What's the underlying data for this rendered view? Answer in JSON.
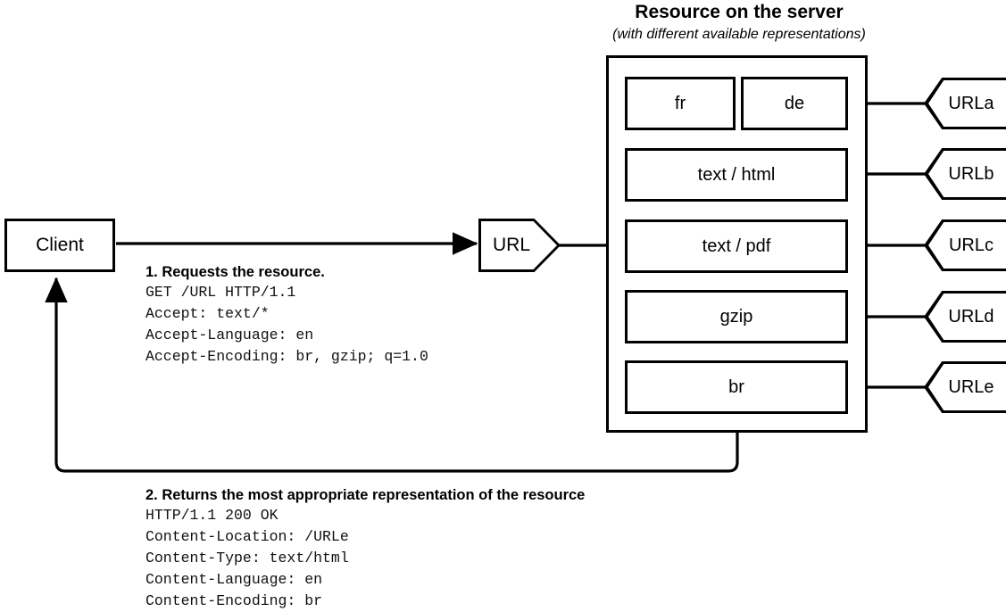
{
  "header": {
    "title": "Resource on the server",
    "subtitle": "(with different available representations)"
  },
  "client": {
    "label": "Client"
  },
  "url_request": {
    "label": "URL"
  },
  "representations": [
    {
      "id": "row-language",
      "variants": [
        {
          "label": "fr"
        },
        {
          "label": "de"
        }
      ],
      "url": "URLa"
    },
    {
      "id": "row-html",
      "variants": [
        {
          "label": "text / html"
        }
      ],
      "url": "URLb"
    },
    {
      "id": "row-pdf",
      "variants": [
        {
          "label": "text / pdf"
        }
      ],
      "url": "URLc"
    },
    {
      "id": "row-gzip",
      "variants": [
        {
          "label": "gzip"
        }
      ],
      "url": "URLd"
    },
    {
      "id": "row-br",
      "variants": [
        {
          "label": "br"
        }
      ],
      "url": "URLe"
    }
  ],
  "steps": {
    "request": {
      "title": "1. Requests the resource.",
      "lines": "GET /URL HTTP/1.1\nAccept: text/*\nAccept-Language: en\nAccept-Encoding: br, gzip; q=1.0"
    },
    "response": {
      "title": "2. Returns the most appropriate representation of the resource",
      "lines": "HTTP/1.1 200 OK\nContent-Location: /URLe\nContent-Type: text/html\nContent-Language: en\nContent-Encoding: br"
    }
  },
  "colors": {
    "stroke": "#000000",
    "background": "#ffffff"
  }
}
